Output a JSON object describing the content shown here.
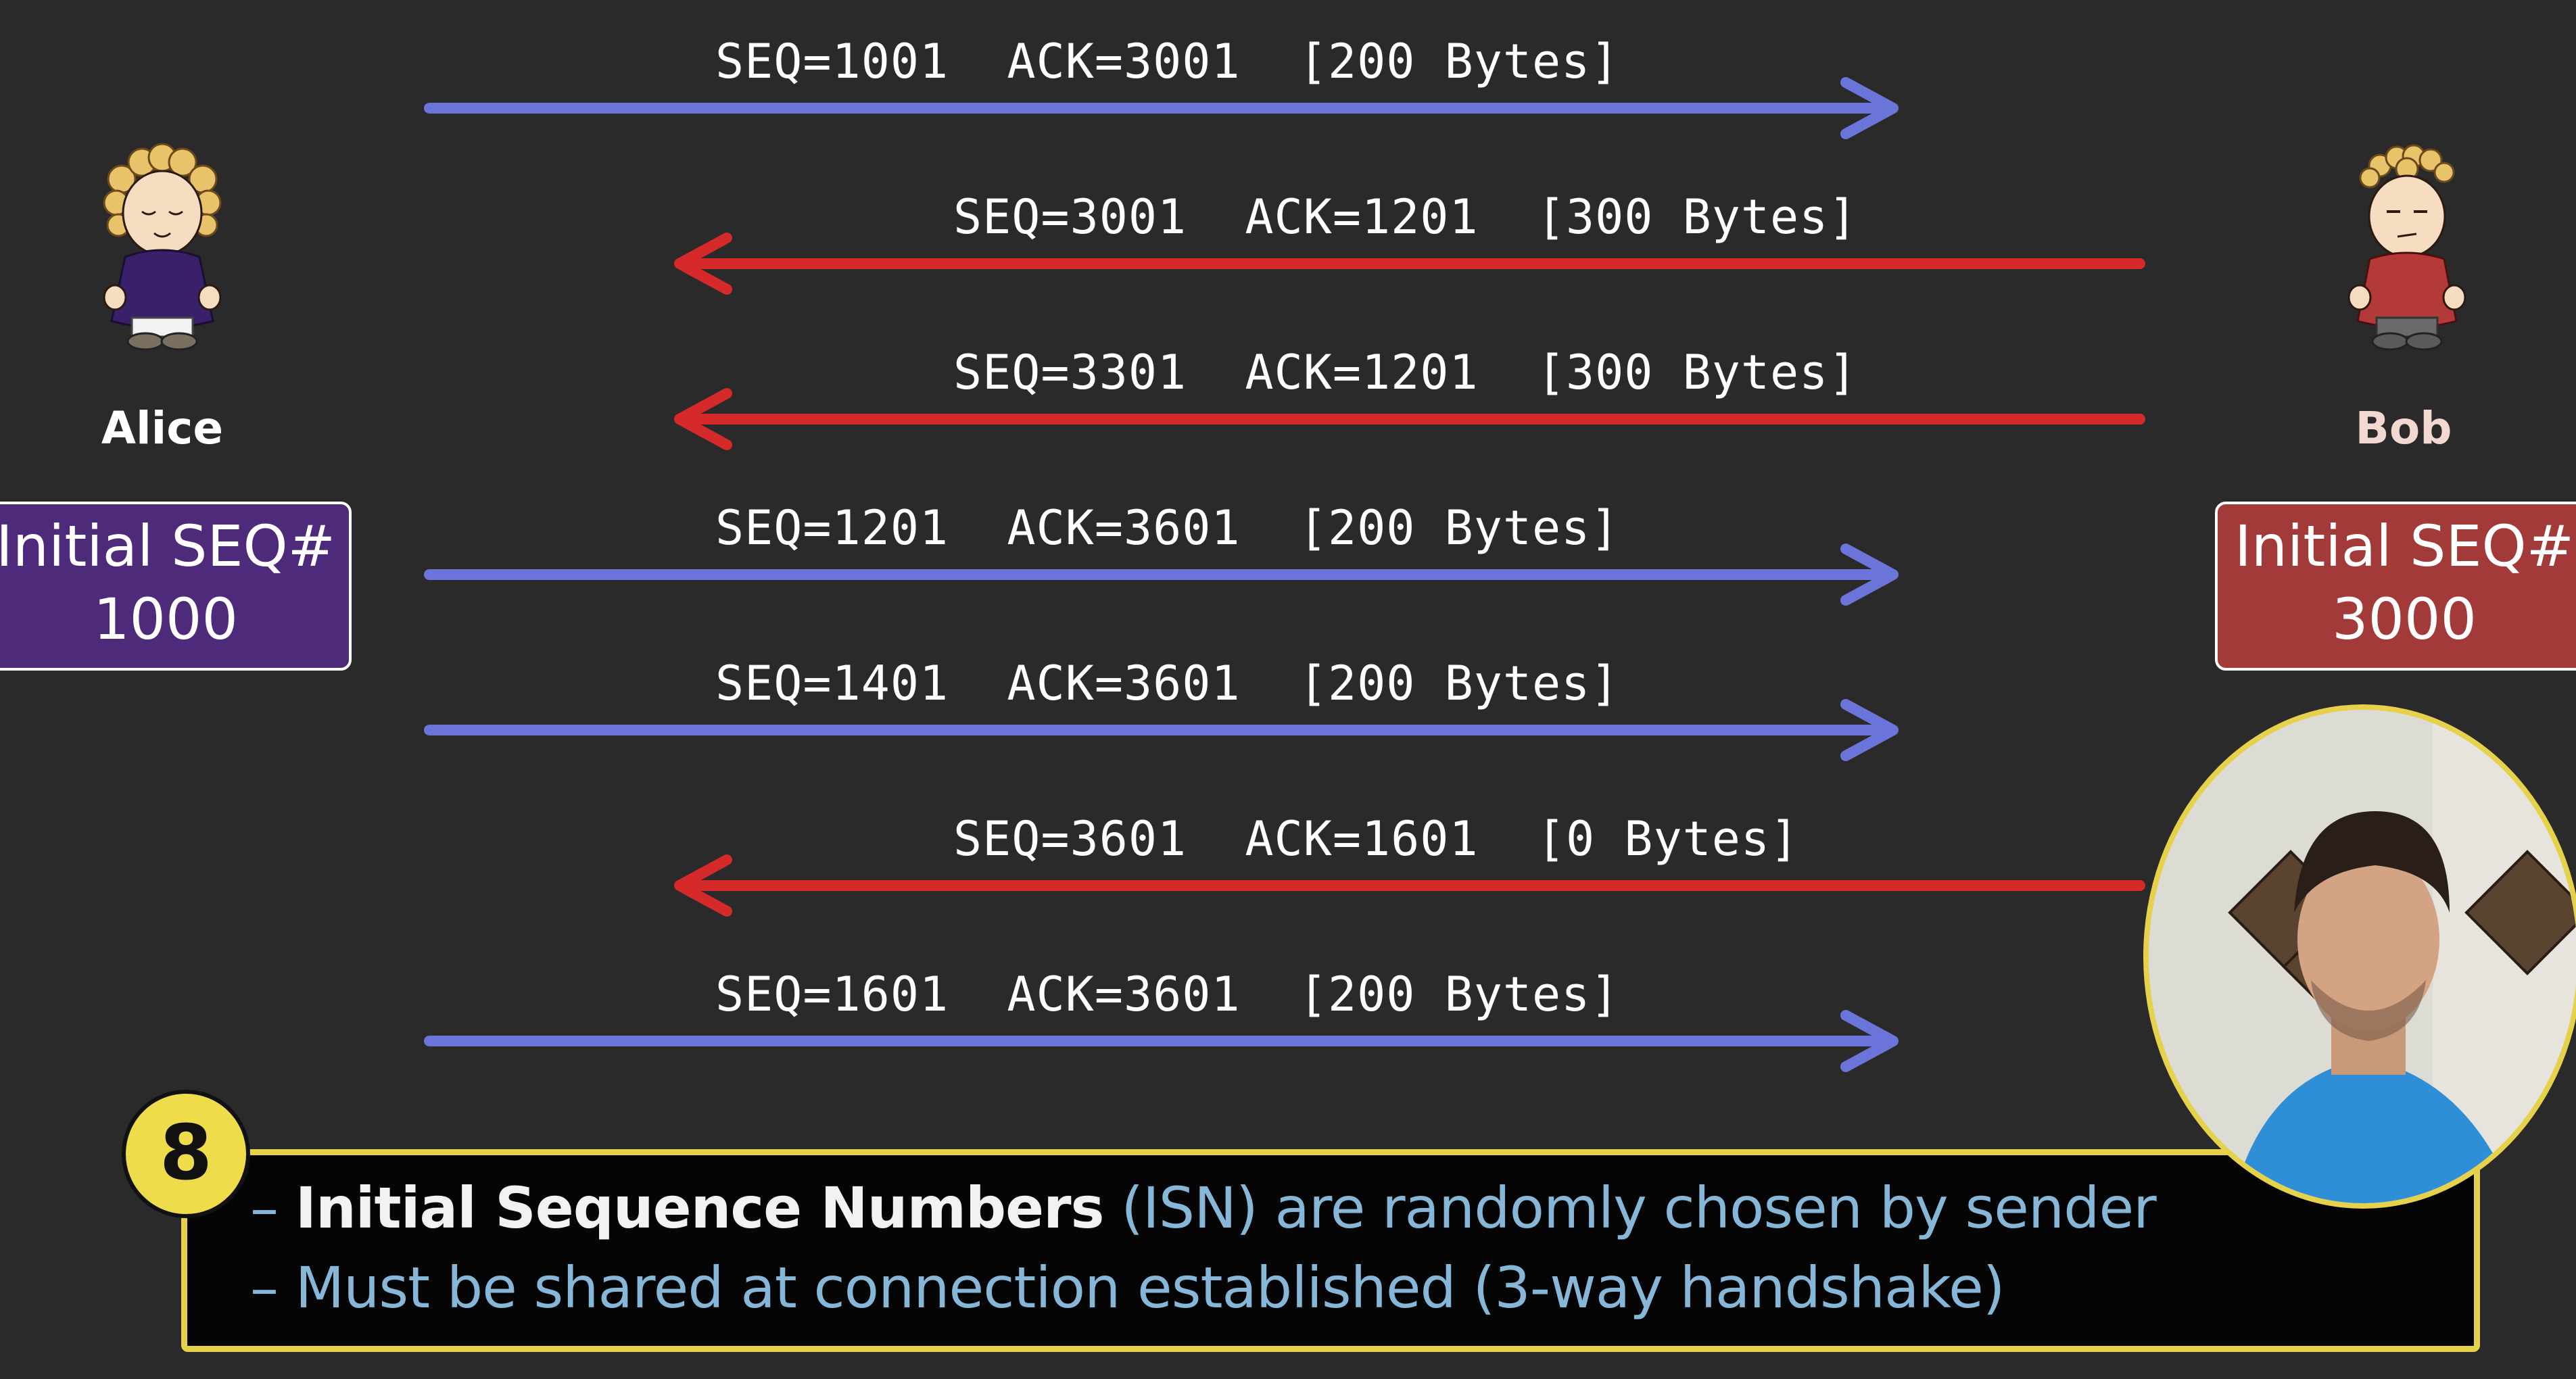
{
  "participants": {
    "alice": {
      "name": "Alice",
      "isn_title": "Initial SEQ#",
      "isn_value": "1000"
    },
    "bob": {
      "name": "Bob",
      "isn_title": "Initial SEQ#",
      "isn_value": "3000"
    }
  },
  "messages": [
    {
      "direction": "right",
      "color": "#6b74d8",
      "label": "SEQ=1001  ACK=3001  [200 Bytes]"
    },
    {
      "direction": "left",
      "color": "#d62a2a",
      "label": "SEQ=3001  ACK=1201  [300 Bytes]"
    },
    {
      "direction": "left",
      "color": "#d62a2a",
      "label": "SEQ=3301  ACK=1201  [300 Bytes]"
    },
    {
      "direction": "right",
      "color": "#6b74d8",
      "label": "SEQ=1201  ACK=3601  [200 Bytes]"
    },
    {
      "direction": "right",
      "color": "#6b74d8",
      "label": "SEQ=1401  ACK=3601  [200 Bytes]"
    },
    {
      "direction": "left",
      "color": "#d62a2a",
      "label": "SEQ=3601  ACK=1601  [0 Bytes]"
    },
    {
      "direction": "right",
      "color": "#6b74d8",
      "label": "SEQ=1601  ACK=3601  [200 Bytes]"
    }
  ],
  "caption": {
    "step_number": "8",
    "line1_dash": "– ",
    "line1_bold": "Initial Sequence Numbers",
    "line1_isn": " (ISN)",
    "line1_rest": " are randomly chosen by sender",
    "line2": "– Must be shared at connection established (3-way handshake)"
  },
  "colors": {
    "background": "#2a2a2a",
    "alice_box": "#4d2a7a",
    "bob_box": "#a33a3a",
    "caption_border": "#e6d24a",
    "caption_text_blue": "#86b7d8"
  },
  "icons": {
    "alice": "alice-avatar-icon",
    "bob": "bob-avatar-icon",
    "webcam": "presenter-webcam"
  }
}
